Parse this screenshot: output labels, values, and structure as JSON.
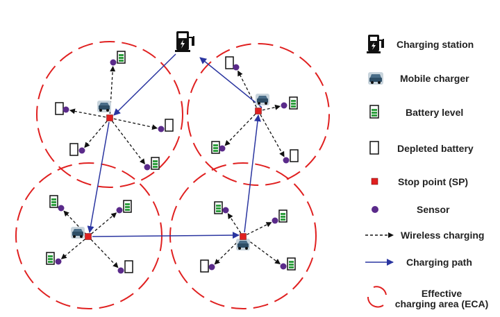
{
  "legend": {
    "charging_station": "Charging station",
    "mobile_charger": "Mobile charger",
    "battery_level": "Battery level",
    "depleted_battery": "Depleted battery",
    "stop_point": "Stop point (SP)",
    "sensor": "Sensor",
    "wireless_charging": "Wireless charging",
    "charging_path": "Charging path",
    "eca_line1": "Effective",
    "eca_line2": "charging area (ECA)"
  },
  "colors": {
    "eca_circle": "#e02020",
    "stop_point": "#e02020",
    "sensor": "#5a2a8a",
    "battery_fill": "#2e9e3e",
    "charging_path": "#2a35a0",
    "wireless": "#111111"
  }
}
